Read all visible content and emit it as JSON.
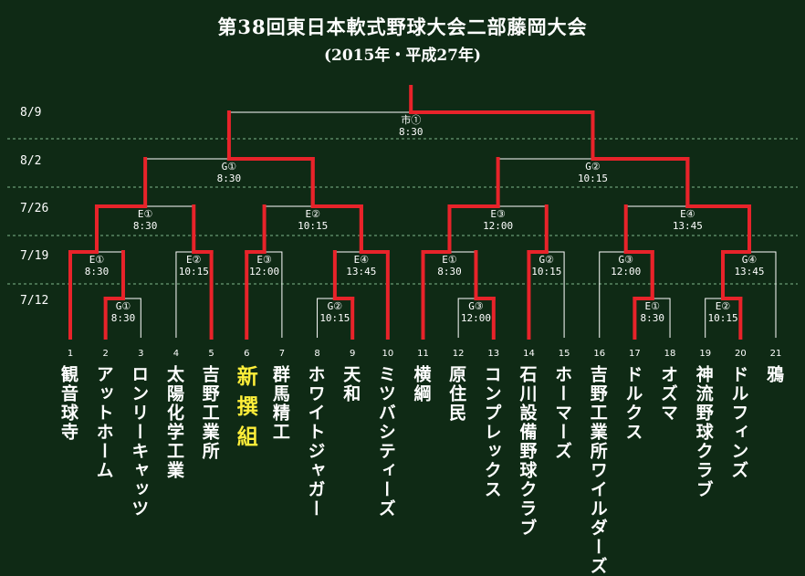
{
  "title": "第38回東日本軟式野球大会二部藤岡大会",
  "subtitle": "(2015年・平成27年)",
  "dates": [
    "8/9",
    "8/2",
    "7/26",
    "7/19",
    "7/12"
  ],
  "colors": {
    "background": "#0f2a15",
    "line": "#ffffff",
    "winner": "#e8232a",
    "highlight": "#ffef3a",
    "divider": "#7fb58a"
  },
  "teams": [
    {
      "no": "1",
      "name": "観音球寺"
    },
    {
      "no": "2",
      "name": "アットホーム"
    },
    {
      "no": "3",
      "name": "ロンリーキャッツ"
    },
    {
      "no": "4",
      "name": "太陽化学工業"
    },
    {
      "no": "5",
      "name": "吉野工業所"
    },
    {
      "no": "6",
      "name": "新撰組",
      "highlight": true
    },
    {
      "no": "7",
      "name": "群馬精工"
    },
    {
      "no": "8",
      "name": "ホワイトジャガー"
    },
    {
      "no": "9",
      "name": "天和"
    },
    {
      "no": "10",
      "name": "ミツバシティーズ"
    },
    {
      "no": "11",
      "name": "横綱"
    },
    {
      "no": "12",
      "name": "原住民"
    },
    {
      "no": "13",
      "name": "コンプレックス"
    },
    {
      "no": "14",
      "name": "石川設備野球クラブ"
    },
    {
      "no": "15",
      "name": "ホーマーズ"
    },
    {
      "no": "16",
      "name": "吉野工業所ワイルダーズ"
    },
    {
      "no": "17",
      "name": "ドルクス"
    },
    {
      "no": "18",
      "name": "オズマ"
    },
    {
      "no": "19",
      "name": "神流野球クラブ"
    },
    {
      "no": "20",
      "name": "ドルフィンズ"
    },
    {
      "no": "21",
      "name": "鴉"
    }
  ],
  "matches": [
    {
      "id": "m1",
      "venue": "G①",
      "time": "8:30",
      "a": "t2",
      "b": "t3",
      "winner": "a"
    },
    {
      "id": "m2",
      "venue": "G②",
      "time": "10:15",
      "a": "t8",
      "b": "t9",
      "winner": "b"
    },
    {
      "id": "m3",
      "venue": "G③",
      "time": "12:00",
      "a": "t12",
      "b": "t13",
      "winner": "b"
    },
    {
      "id": "m4",
      "venue": "E①",
      "time": "8:30",
      "a": "t17",
      "b": "t18",
      "winner": "a"
    },
    {
      "id": "m5",
      "venue": "E②",
      "time": "10:15",
      "a": "t19",
      "b": "t20",
      "winner": "b"
    },
    {
      "id": "r1",
      "venue": "E①",
      "time": "8:30",
      "a": "t1",
      "b": "m1",
      "winner": "a"
    },
    {
      "id": "r2",
      "venue": "E②",
      "time": "10:15",
      "a": "t4",
      "b": "t5",
      "winner": "b"
    },
    {
      "id": "r3",
      "venue": "E③",
      "time": "12:00",
      "a": "t6",
      "b": "t7",
      "winner": "a"
    },
    {
      "id": "r4",
      "venue": "E④",
      "time": "13:45",
      "a": "m2",
      "b": "t10",
      "winner": "b"
    },
    {
      "id": "r5",
      "venue": "E①",
      "time": "8:30",
      "a": "t11",
      "b": "m3",
      "winner": "a"
    },
    {
      "id": "r6",
      "venue": "G②",
      "time": "10:15",
      "a": "t14",
      "b": "t15",
      "winner": "a"
    },
    {
      "id": "r7",
      "venue": "G③",
      "time": "12:00",
      "a": "t16",
      "b": "m4",
      "winner": "b"
    },
    {
      "id": "r8",
      "venue": "G④",
      "time": "13:45",
      "a": "m5",
      "b": "t21",
      "winner": "a"
    },
    {
      "id": "q1",
      "venue": "E①",
      "time": "8:30",
      "a": "r1",
      "b": "r2",
      "winner": "a"
    },
    {
      "id": "q2",
      "venue": "E②",
      "time": "10:15",
      "a": "r3",
      "b": "r4",
      "winner": "b"
    },
    {
      "id": "q3",
      "venue": "E③",
      "time": "12:00",
      "a": "r5",
      "b": "r6",
      "winner": "a"
    },
    {
      "id": "q4",
      "venue": "E④",
      "time": "13:45",
      "a": "r7",
      "b": "r8",
      "winner": "b"
    },
    {
      "id": "s1",
      "venue": "G①",
      "time": "8:30",
      "a": "q1",
      "b": "q2",
      "winner": "b"
    },
    {
      "id": "s2",
      "venue": "G②",
      "time": "10:15",
      "a": "q3",
      "b": "q4",
      "winner": "b"
    },
    {
      "id": "f",
      "venue": "市①",
      "time": "8:30",
      "a": "s1",
      "b": "s2",
      "winner": "b"
    }
  ]
}
